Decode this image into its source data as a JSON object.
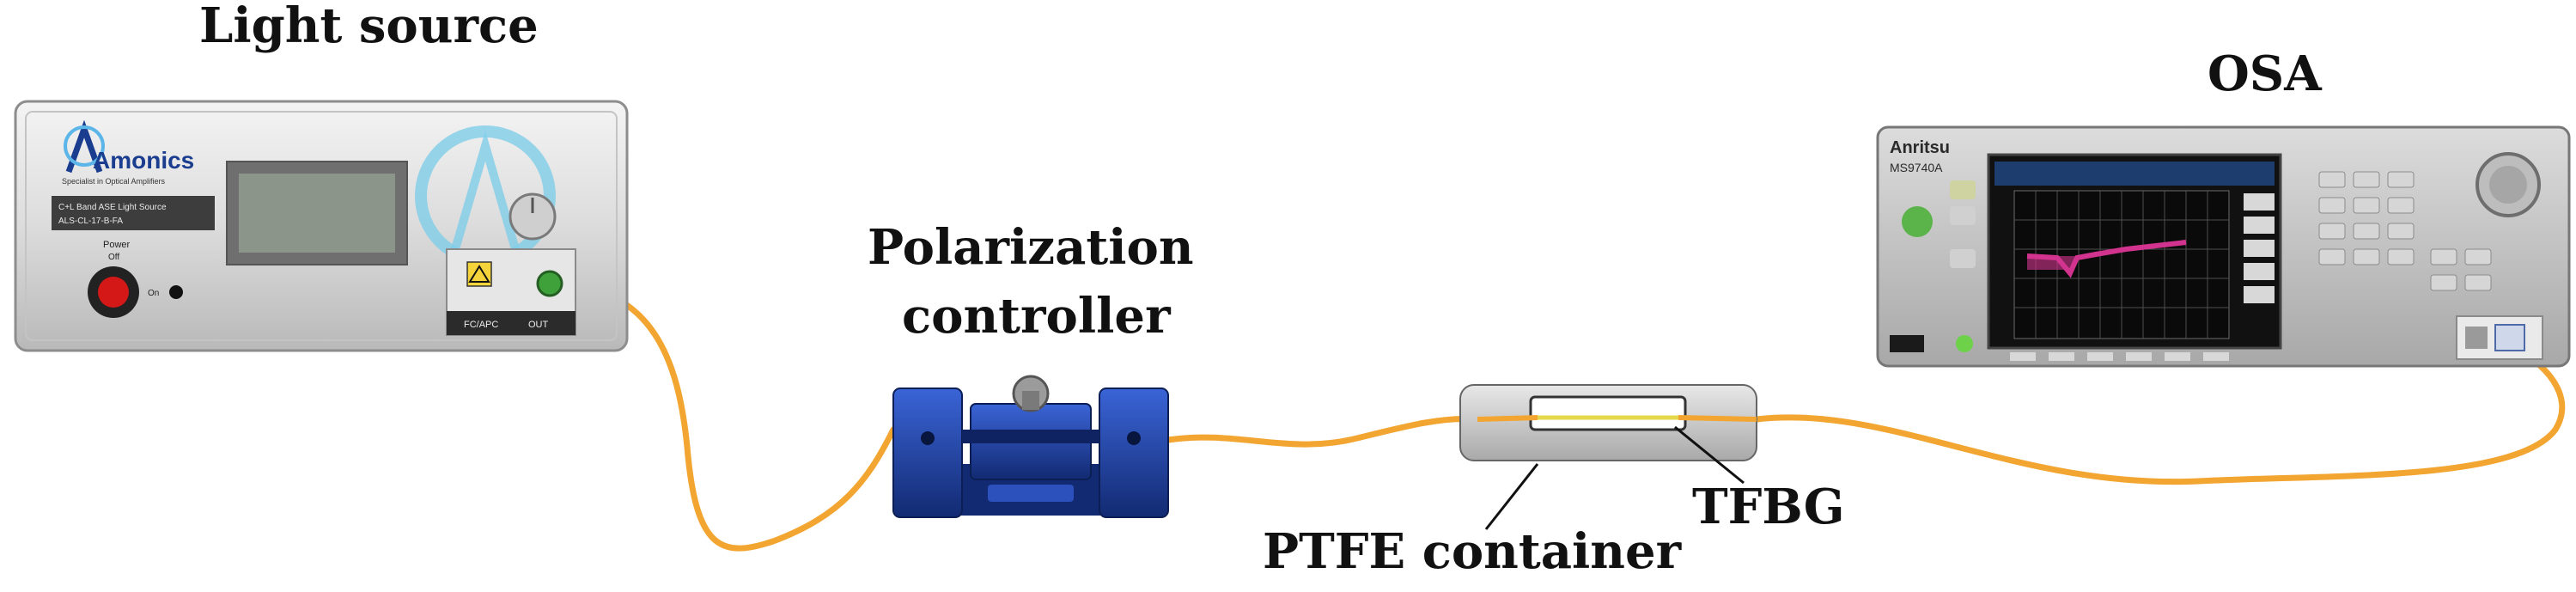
{
  "labels": {
    "light_source": "Light source",
    "polarization_line1": "Polarization",
    "polarization_line2": "controller",
    "osa": "OSA",
    "tfbg": "TFBG",
    "ptfe": "PTFE container"
  },
  "light_source_panel": {
    "brand": "Amonics",
    "tagline": "Specialist in Optical Amplifiers",
    "model_line1": "C+L Band ASE Light Source",
    "model_line2": "ALS-CL-17-B-FA",
    "power_label": "Power",
    "off_label": "Off",
    "on_label": "On",
    "connector_label": "FC/APC",
    "out_label": "OUT"
  },
  "osa_panel": {
    "brand": "Anritsu",
    "model": "MS9740A"
  },
  "colors": {
    "fiber": "#f2a531",
    "controller_blue": "#1e3f9e",
    "container_gray": "#c9c9c9",
    "grating_yellow": "#e4d84a",
    "osa_trace": "#d2338e"
  },
  "icons": [
    "amonics-logo-icon",
    "laser-warning-icon",
    "recycle-logo-icon"
  ]
}
